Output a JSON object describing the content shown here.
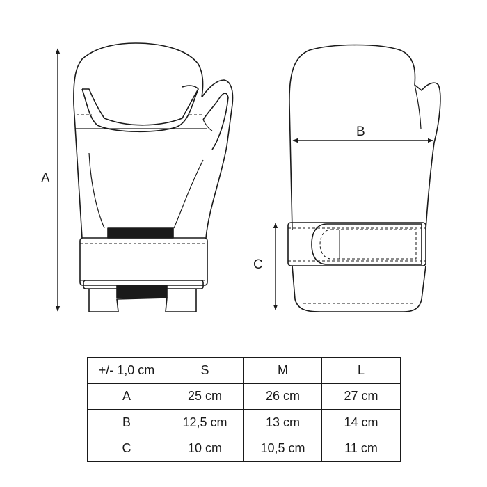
{
  "dimension_labels": {
    "a": "A",
    "b": "B",
    "c": "C"
  },
  "table": {
    "header": [
      "+/- 1,0 cm",
      "S",
      "M",
      "L"
    ],
    "rows": [
      [
        "A",
        "25 cm",
        "26 cm",
        "27 cm"
      ],
      [
        "B",
        "12,5 cm",
        "13 cm",
        "14 cm"
      ],
      [
        "C",
        "10 cm",
        "10,5 cm",
        "11 cm"
      ]
    ]
  }
}
